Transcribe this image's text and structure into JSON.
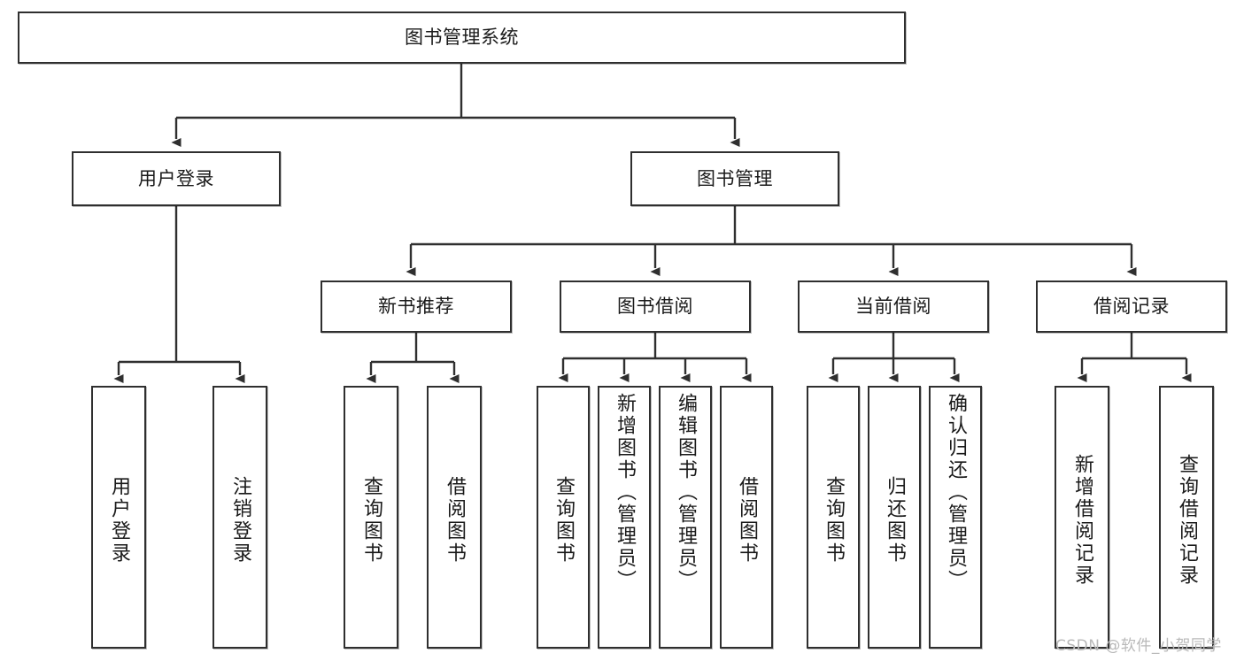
{
  "diagram": {
    "title": "图书管理系统",
    "type": "hierarchy-tree",
    "colors": {
      "box_border": "#2f2f2f",
      "box_fill": "#ffffff",
      "connector": "#2f2f2f",
      "watermark": "#b9b9b9",
      "background": "#ffffff"
    },
    "root": {
      "id": "root",
      "label": "图书管理系统"
    },
    "level2": [
      {
        "id": "user-login",
        "label": "用户登录"
      },
      {
        "id": "book-manage",
        "label": "图书管理"
      }
    ],
    "level3": [
      {
        "id": "new-book-rec",
        "label": "新书推荐",
        "parent": "book-manage"
      },
      {
        "id": "book-borrow",
        "label": "图书借阅",
        "parent": "book-manage"
      },
      {
        "id": "current-borrow",
        "label": "当前借阅",
        "parent": "book-manage"
      },
      {
        "id": "borrow-record",
        "label": "借阅记录",
        "parent": "book-manage"
      }
    ],
    "leaves": [
      {
        "id": "leaf-user-login",
        "label": "用户登录",
        "parent": "user-login"
      },
      {
        "id": "leaf-user-logout",
        "label": "注销登录",
        "parent": "user-login"
      },
      {
        "id": "leaf-query-book-1",
        "label": "查询图书",
        "parent": "new-book-rec"
      },
      {
        "id": "leaf-borrow-book-1",
        "label": "借阅图书",
        "parent": "new-book-rec"
      },
      {
        "id": "leaf-query-book-2",
        "label": "查询图书",
        "parent": "book-borrow"
      },
      {
        "id": "leaf-add-book",
        "label": "新增图书（管理员）",
        "parent": "book-borrow"
      },
      {
        "id": "leaf-edit-book",
        "label": "编辑图书（管理员）",
        "parent": "book-borrow"
      },
      {
        "id": "leaf-borrow-book-2",
        "label": "借阅图书",
        "parent": "book-borrow"
      },
      {
        "id": "leaf-query-book-3",
        "label": "查询图书",
        "parent": "current-borrow"
      },
      {
        "id": "leaf-return-book",
        "label": "归还图书",
        "parent": "current-borrow"
      },
      {
        "id": "leaf-confirm-return",
        "label": "确认归还（管理员）",
        "parent": "current-borrow"
      },
      {
        "id": "leaf-add-record",
        "label": "新增借阅记录",
        "parent": "borrow-record"
      },
      {
        "id": "leaf-query-record",
        "label": "查询借阅记录",
        "parent": "borrow-record"
      }
    ],
    "watermark": "CSDN @软件_小贺同学"
  }
}
